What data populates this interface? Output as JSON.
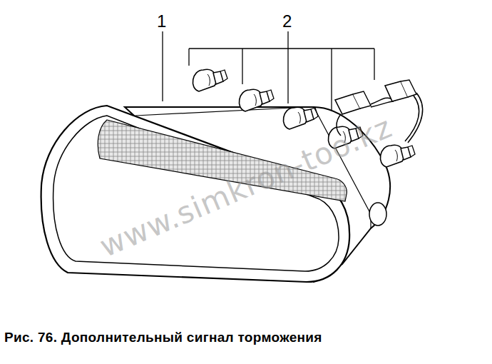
{
  "diagram": {
    "caption": "Рис. 76. Дополнительный сигнал торможения",
    "labels": [
      "1",
      "2",
      "www.simkron-too.kz"
    ]
  }
}
